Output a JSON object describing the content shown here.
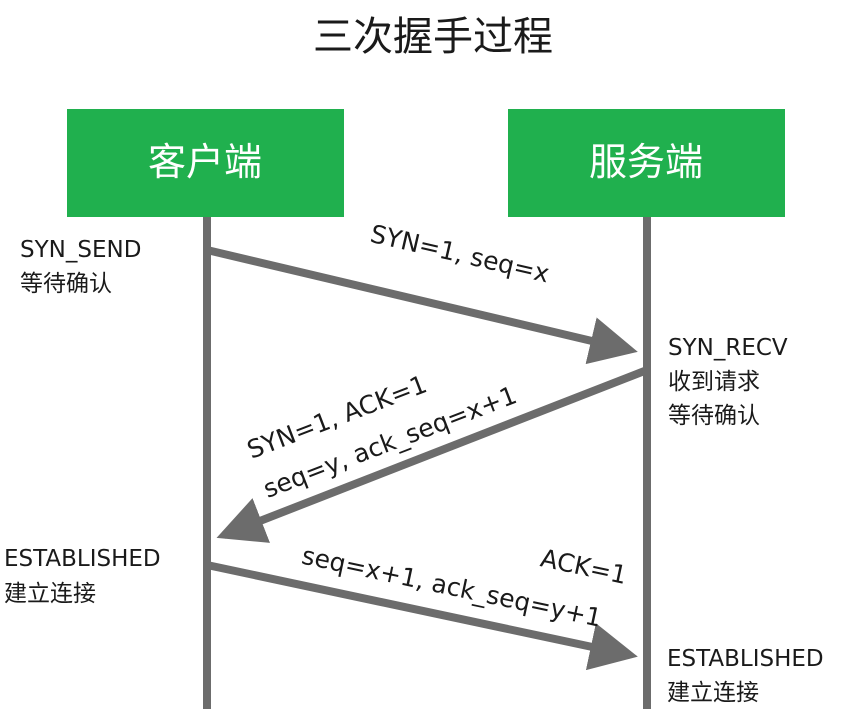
{
  "title": "三次握手过程",
  "colors": {
    "box": "#20b04e",
    "line": "#6c6c6c",
    "text": "#1a1a1a"
  },
  "client": {
    "label": "客户端",
    "states": [
      {
        "lines": [
          "SYN_SEND",
          "等待确认"
        ]
      },
      {
        "lines": [
          "ESTABLISHED",
          "建立连接"
        ]
      }
    ]
  },
  "server": {
    "label": "服务端",
    "states": [
      {
        "lines": [
          "SYN_RECV",
          "收到请求",
          "等待确认"
        ]
      },
      {
        "lines": [
          "ESTABLISHED",
          "建立连接"
        ]
      }
    ]
  },
  "messages": [
    {
      "direction": "client-to-server",
      "lines": [
        "SYN=1, seq=x"
      ]
    },
    {
      "direction": "server-to-client",
      "lines": [
        "SYN=1, ACK=1",
        "seq=y, ack_seq=x+1"
      ]
    },
    {
      "direction": "client-to-server",
      "lines": [
        "ACK=1",
        "seq=x+1, ack_seq=y+1"
      ]
    }
  ]
}
